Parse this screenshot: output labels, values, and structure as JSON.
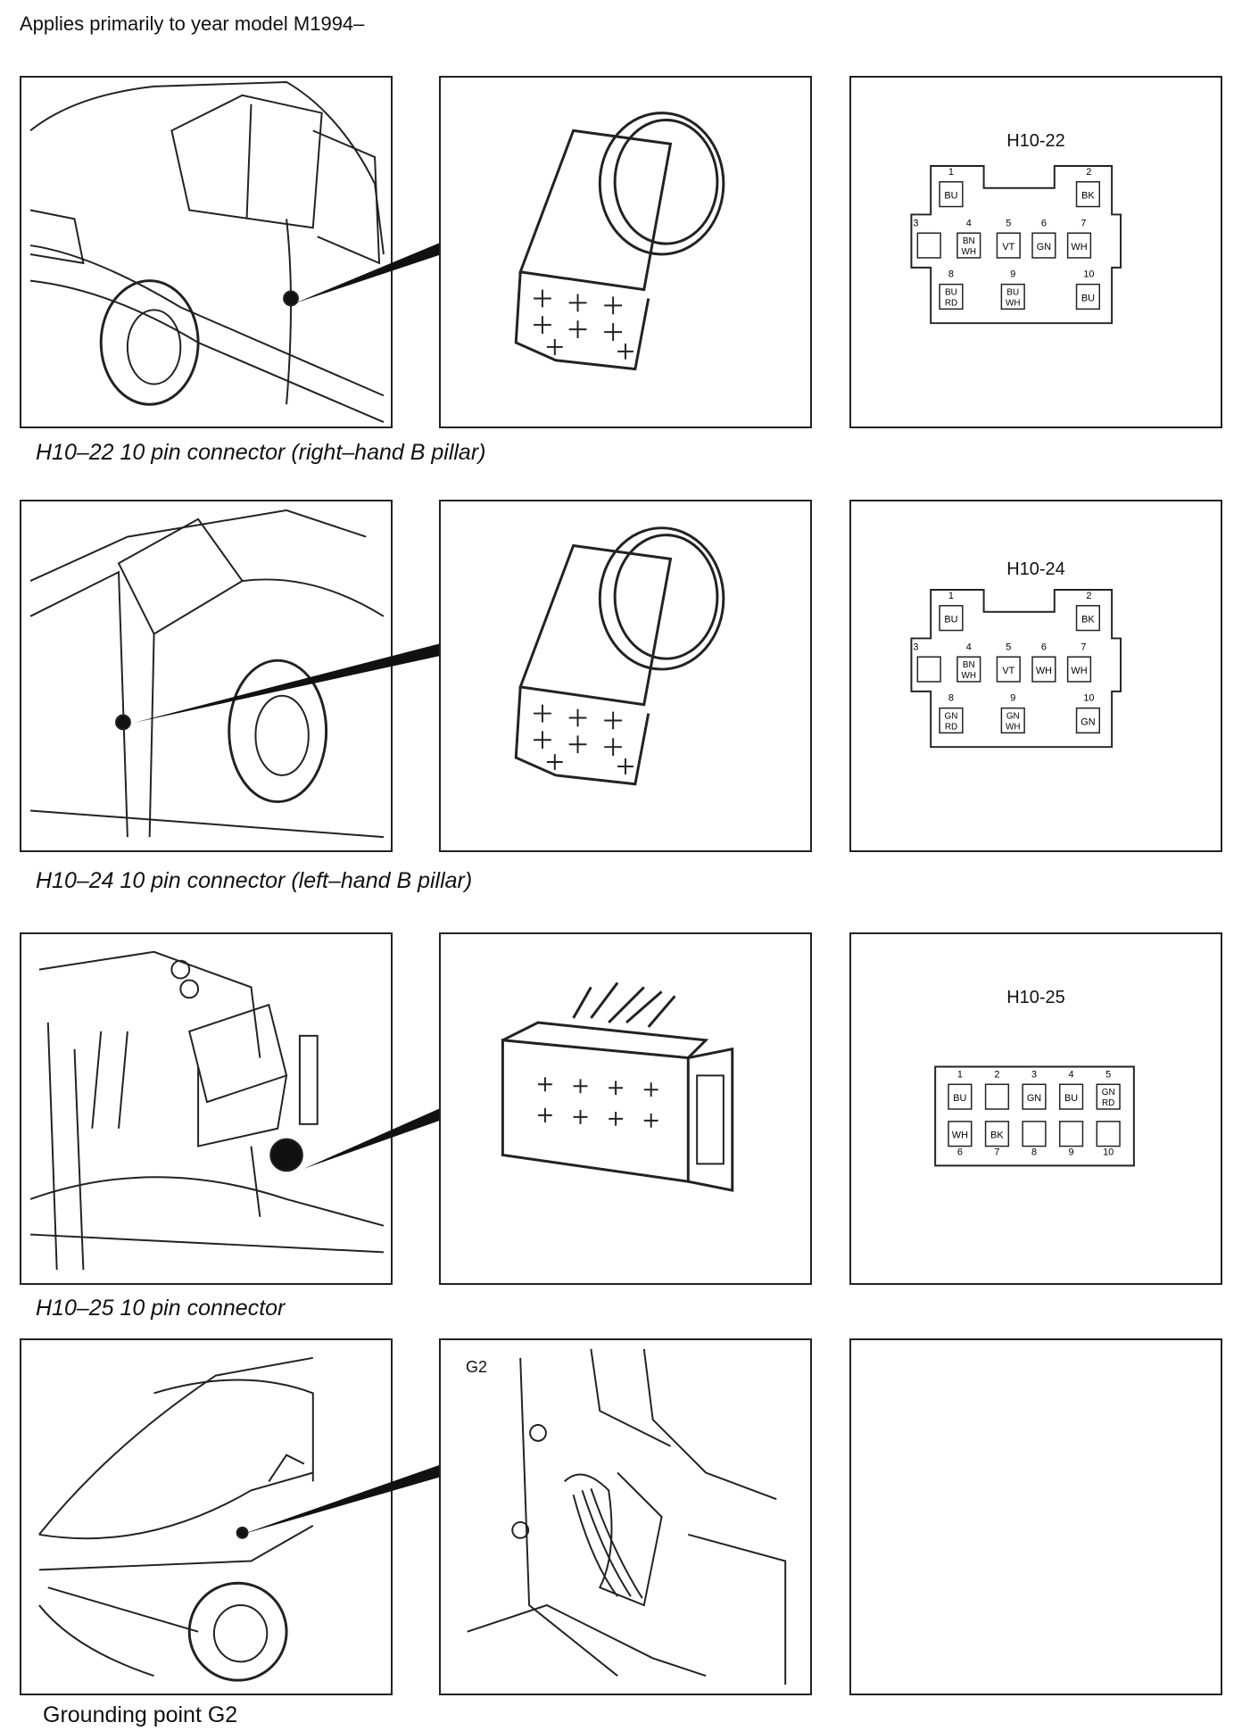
{
  "header": {
    "text": "Applies primarily to year model M1994–"
  },
  "rows": [
    {
      "caption": "H10–22 10 pin connector (right–hand B pillar)"
    },
    {
      "caption": "H10–24 10 pin connector (left–hand B pillar)"
    },
    {
      "caption": "H10–25 10 pin connector"
    },
    {
      "caption": "Grounding point G2"
    }
  ],
  "pinouts": {
    "h10_22": {
      "title": "H10-22",
      "pins": [
        {
          "n": "1",
          "c": [
            "BU"
          ]
        },
        {
          "n": "2",
          "c": [
            "BK"
          ]
        },
        {
          "n": "3",
          "c": []
        },
        {
          "n": "4",
          "c": [
            "BN",
            "WH"
          ]
        },
        {
          "n": "5",
          "c": [
            "VT"
          ]
        },
        {
          "n": "6",
          "c": [
            "GN"
          ]
        },
        {
          "n": "7",
          "c": [
            "WH"
          ]
        },
        {
          "n": "8",
          "c": [
            "BU",
            "RD"
          ]
        },
        {
          "n": "9",
          "c": [
            "BU",
            "WH"
          ]
        },
        {
          "n": "10",
          "c": [
            "BU"
          ]
        }
      ]
    },
    "h10_24": {
      "title": "H10-24",
      "pins": [
        {
          "n": "1",
          "c": [
            "BU"
          ]
        },
        {
          "n": "2",
          "c": [
            "BK"
          ]
        },
        {
          "n": "3",
          "c": []
        },
        {
          "n": "4",
          "c": [
            "BN",
            "WH"
          ]
        },
        {
          "n": "5",
          "c": [
            "VT"
          ]
        },
        {
          "n": "6",
          "c": [
            "WH"
          ]
        },
        {
          "n": "7",
          "c": [
            "WH"
          ]
        },
        {
          "n": "8",
          "c": [
            "GN",
            "RD"
          ]
        },
        {
          "n": "9",
          "c": [
            "GN",
            "WH"
          ]
        },
        {
          "n": "10",
          "c": [
            "GN"
          ]
        }
      ]
    },
    "h10_25": {
      "title": "H10-25",
      "pins": [
        {
          "n": "1",
          "c": [
            "BU"
          ]
        },
        {
          "n": "2",
          "c": []
        },
        {
          "n": "3",
          "c": [
            "GN"
          ]
        },
        {
          "n": "4",
          "c": [
            "BU"
          ]
        },
        {
          "n": "5",
          "c": [
            "GN",
            "RD"
          ]
        },
        {
          "n": "6",
          "c": [
            "WH"
          ]
        },
        {
          "n": "7",
          "c": [
            "BK"
          ]
        },
        {
          "n": "8",
          "c": []
        },
        {
          "n": "9",
          "c": []
        },
        {
          "n": "10",
          "c": []
        }
      ]
    }
  },
  "g2_label": "G2"
}
